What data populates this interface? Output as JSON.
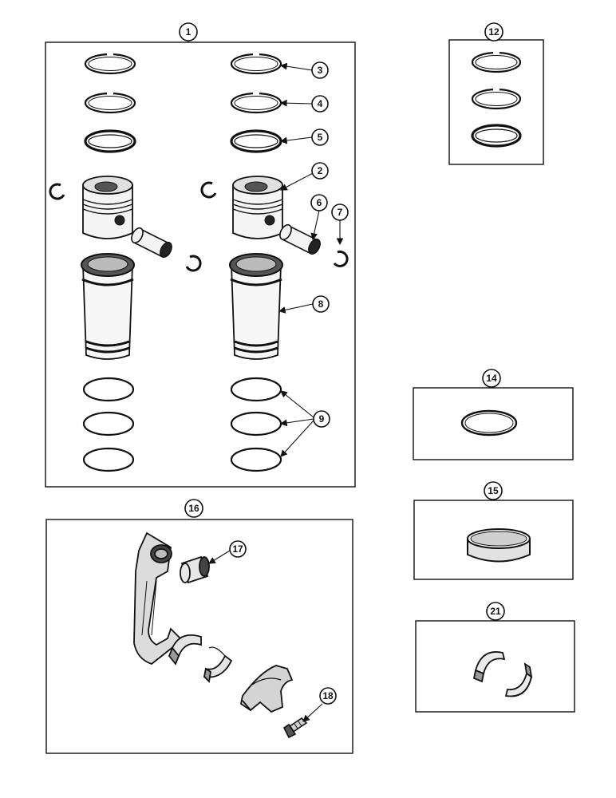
{
  "callouts": {
    "c1": "1",
    "c2": "2",
    "c3": "3",
    "c4": "4",
    "c5": "5",
    "c6": "6",
    "c7": "7",
    "c8": "8",
    "c9": "9",
    "c12": "12",
    "c14": "14",
    "c15": "15",
    "c16": "16",
    "c17": "17",
    "c18": "18",
    "c21": "21"
  }
}
